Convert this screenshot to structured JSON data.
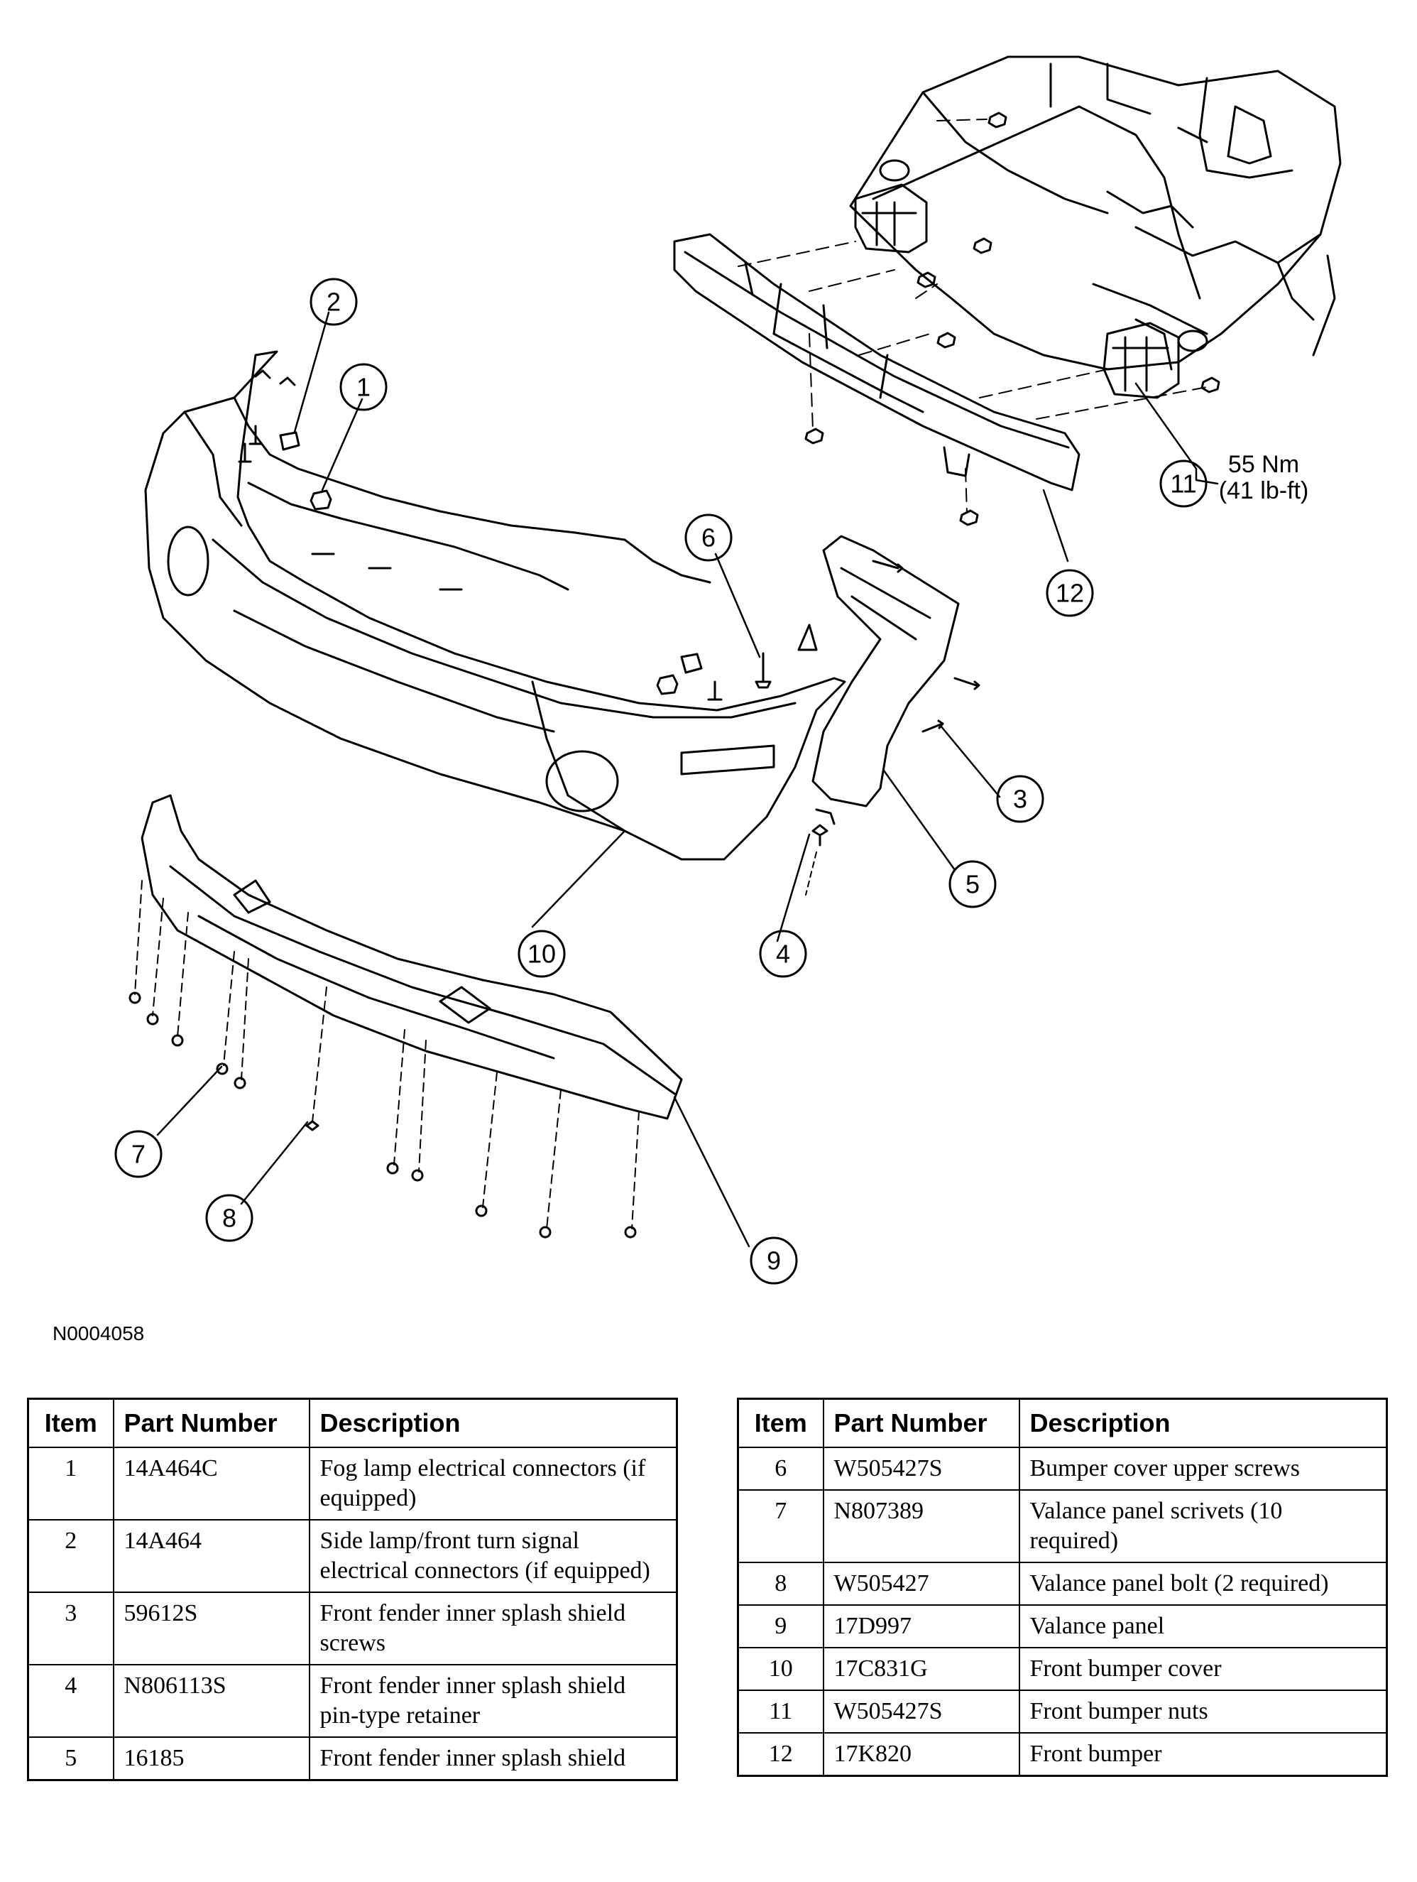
{
  "figure": {
    "id": "N0004058",
    "callouts": [
      "1",
      "2",
      "3",
      "4",
      "5",
      "6",
      "7",
      "8",
      "9",
      "10",
      "11",
      "12"
    ],
    "torque": {
      "metric": "55 Nm",
      "imperial": "(41 lb-ft)"
    }
  },
  "table_left": {
    "headers": {
      "item": "Item",
      "part": "Part Number",
      "desc": "Description"
    },
    "rows": [
      {
        "item": "1",
        "part": "14A464C",
        "desc": "Fog lamp electrical connectors (if equipped)"
      },
      {
        "item": "2",
        "part": "14A464",
        "desc": "Side lamp/front turn signal electrical connectors (if equipped)"
      },
      {
        "item": "3",
        "part": "59612S",
        "desc": "Front fender inner splash shield screws"
      },
      {
        "item": "4",
        "part": "N806113S",
        "desc": "Front fender inner splash shield pin-type retainer"
      },
      {
        "item": "5",
        "part": "16185",
        "desc": "Front fender inner splash shield"
      }
    ]
  },
  "table_right": {
    "headers": {
      "item": "Item",
      "part": "Part Number",
      "desc": "Description"
    },
    "rows": [
      {
        "item": "6",
        "part": "W505427S",
        "desc": "Bumper cover upper screws"
      },
      {
        "item": "7",
        "part": "N807389",
        "desc": "Valance panel scrivets (10 required)"
      },
      {
        "item": "8",
        "part": "W505427",
        "desc": "Valance panel bolt (2 required)"
      },
      {
        "item": "9",
        "part": "17D997",
        "desc": "Valance panel"
      },
      {
        "item": "10",
        "part": "17C831G",
        "desc": "Front bumper cover"
      },
      {
        "item": "11",
        "part": "W505427S",
        "desc": "Front bumper nuts"
      },
      {
        "item": "12",
        "part": "17K820",
        "desc": "Front bumper"
      }
    ]
  }
}
